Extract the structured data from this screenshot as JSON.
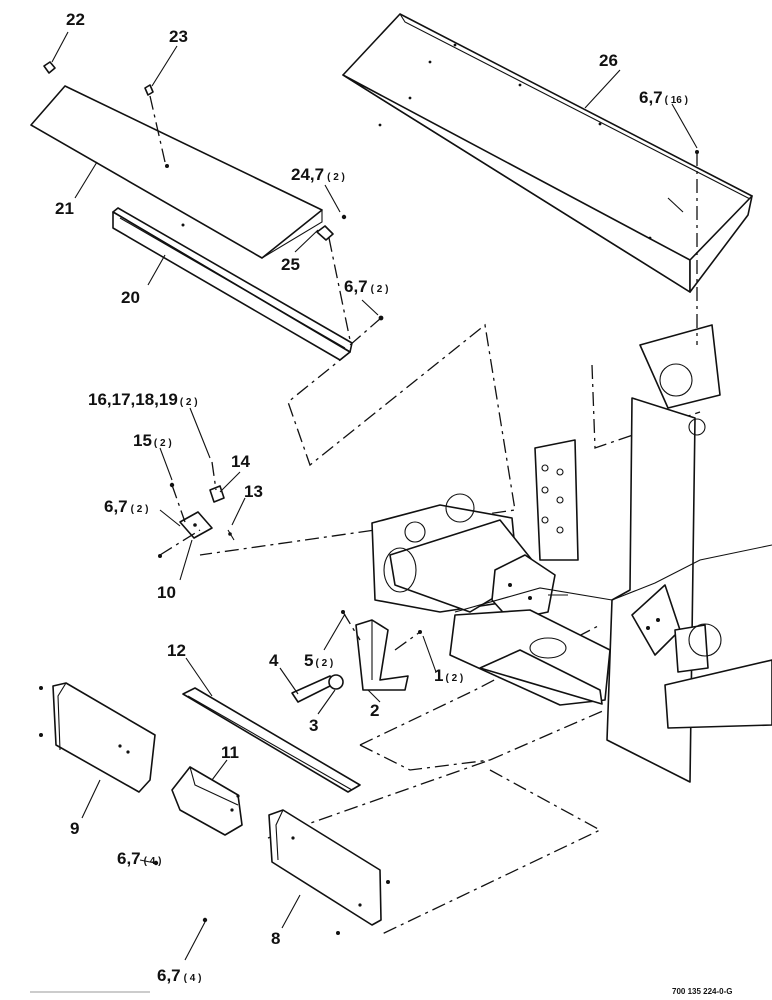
{
  "diagram": {
    "callouts": [
      {
        "id": "c22",
        "label": "22",
        "qty": ""
      },
      {
        "id": "c23",
        "label": "23",
        "qty": ""
      },
      {
        "id": "c26",
        "label": "26",
        "qty": ""
      },
      {
        "id": "c67a",
        "label": "6,7",
        "qty": "( 16 )"
      },
      {
        "id": "c2472",
        "label": "24,7",
        "qty": "( 2 )"
      },
      {
        "id": "c21",
        "label": "21",
        "qty": ""
      },
      {
        "id": "c25",
        "label": "25",
        "qty": ""
      },
      {
        "id": "c20",
        "label": "20",
        "qty": ""
      },
      {
        "id": "c67b",
        "label": "6,7",
        "qty": "( 2 )"
      },
      {
        "id": "c1619",
        "label": "16,17,18,19",
        "qty": "( 2 )"
      },
      {
        "id": "c15",
        "label": "15",
        "qty": "( 2 )"
      },
      {
        "id": "c14",
        "label": "14",
        "qty": ""
      },
      {
        "id": "c13",
        "label": "13",
        "qty": ""
      },
      {
        "id": "c67c",
        "label": "6,7",
        "qty": "( 2 )"
      },
      {
        "id": "c10",
        "label": "10",
        "qty": ""
      },
      {
        "id": "c12",
        "label": "12",
        "qty": ""
      },
      {
        "id": "c4",
        "label": "4",
        "qty": ""
      },
      {
        "id": "c5",
        "label": "5",
        "qty": "( 2 )"
      },
      {
        "id": "c1",
        "label": "1",
        "qty": "( 2 )"
      },
      {
        "id": "c3",
        "label": "3",
        "qty": ""
      },
      {
        "id": "c2",
        "label": "2",
        "qty": ""
      },
      {
        "id": "c11",
        "label": "11",
        "qty": ""
      },
      {
        "id": "c9",
        "label": "9",
        "qty": ""
      },
      {
        "id": "c67d",
        "label": "6,7",
        "qty": "( 4 )"
      },
      {
        "id": "c8",
        "label": "8",
        "qty": ""
      },
      {
        "id": "c67e",
        "label": "6,7",
        "qty": "( 4 )"
      }
    ],
    "drawing_code": "700 135 224-0-G"
  }
}
